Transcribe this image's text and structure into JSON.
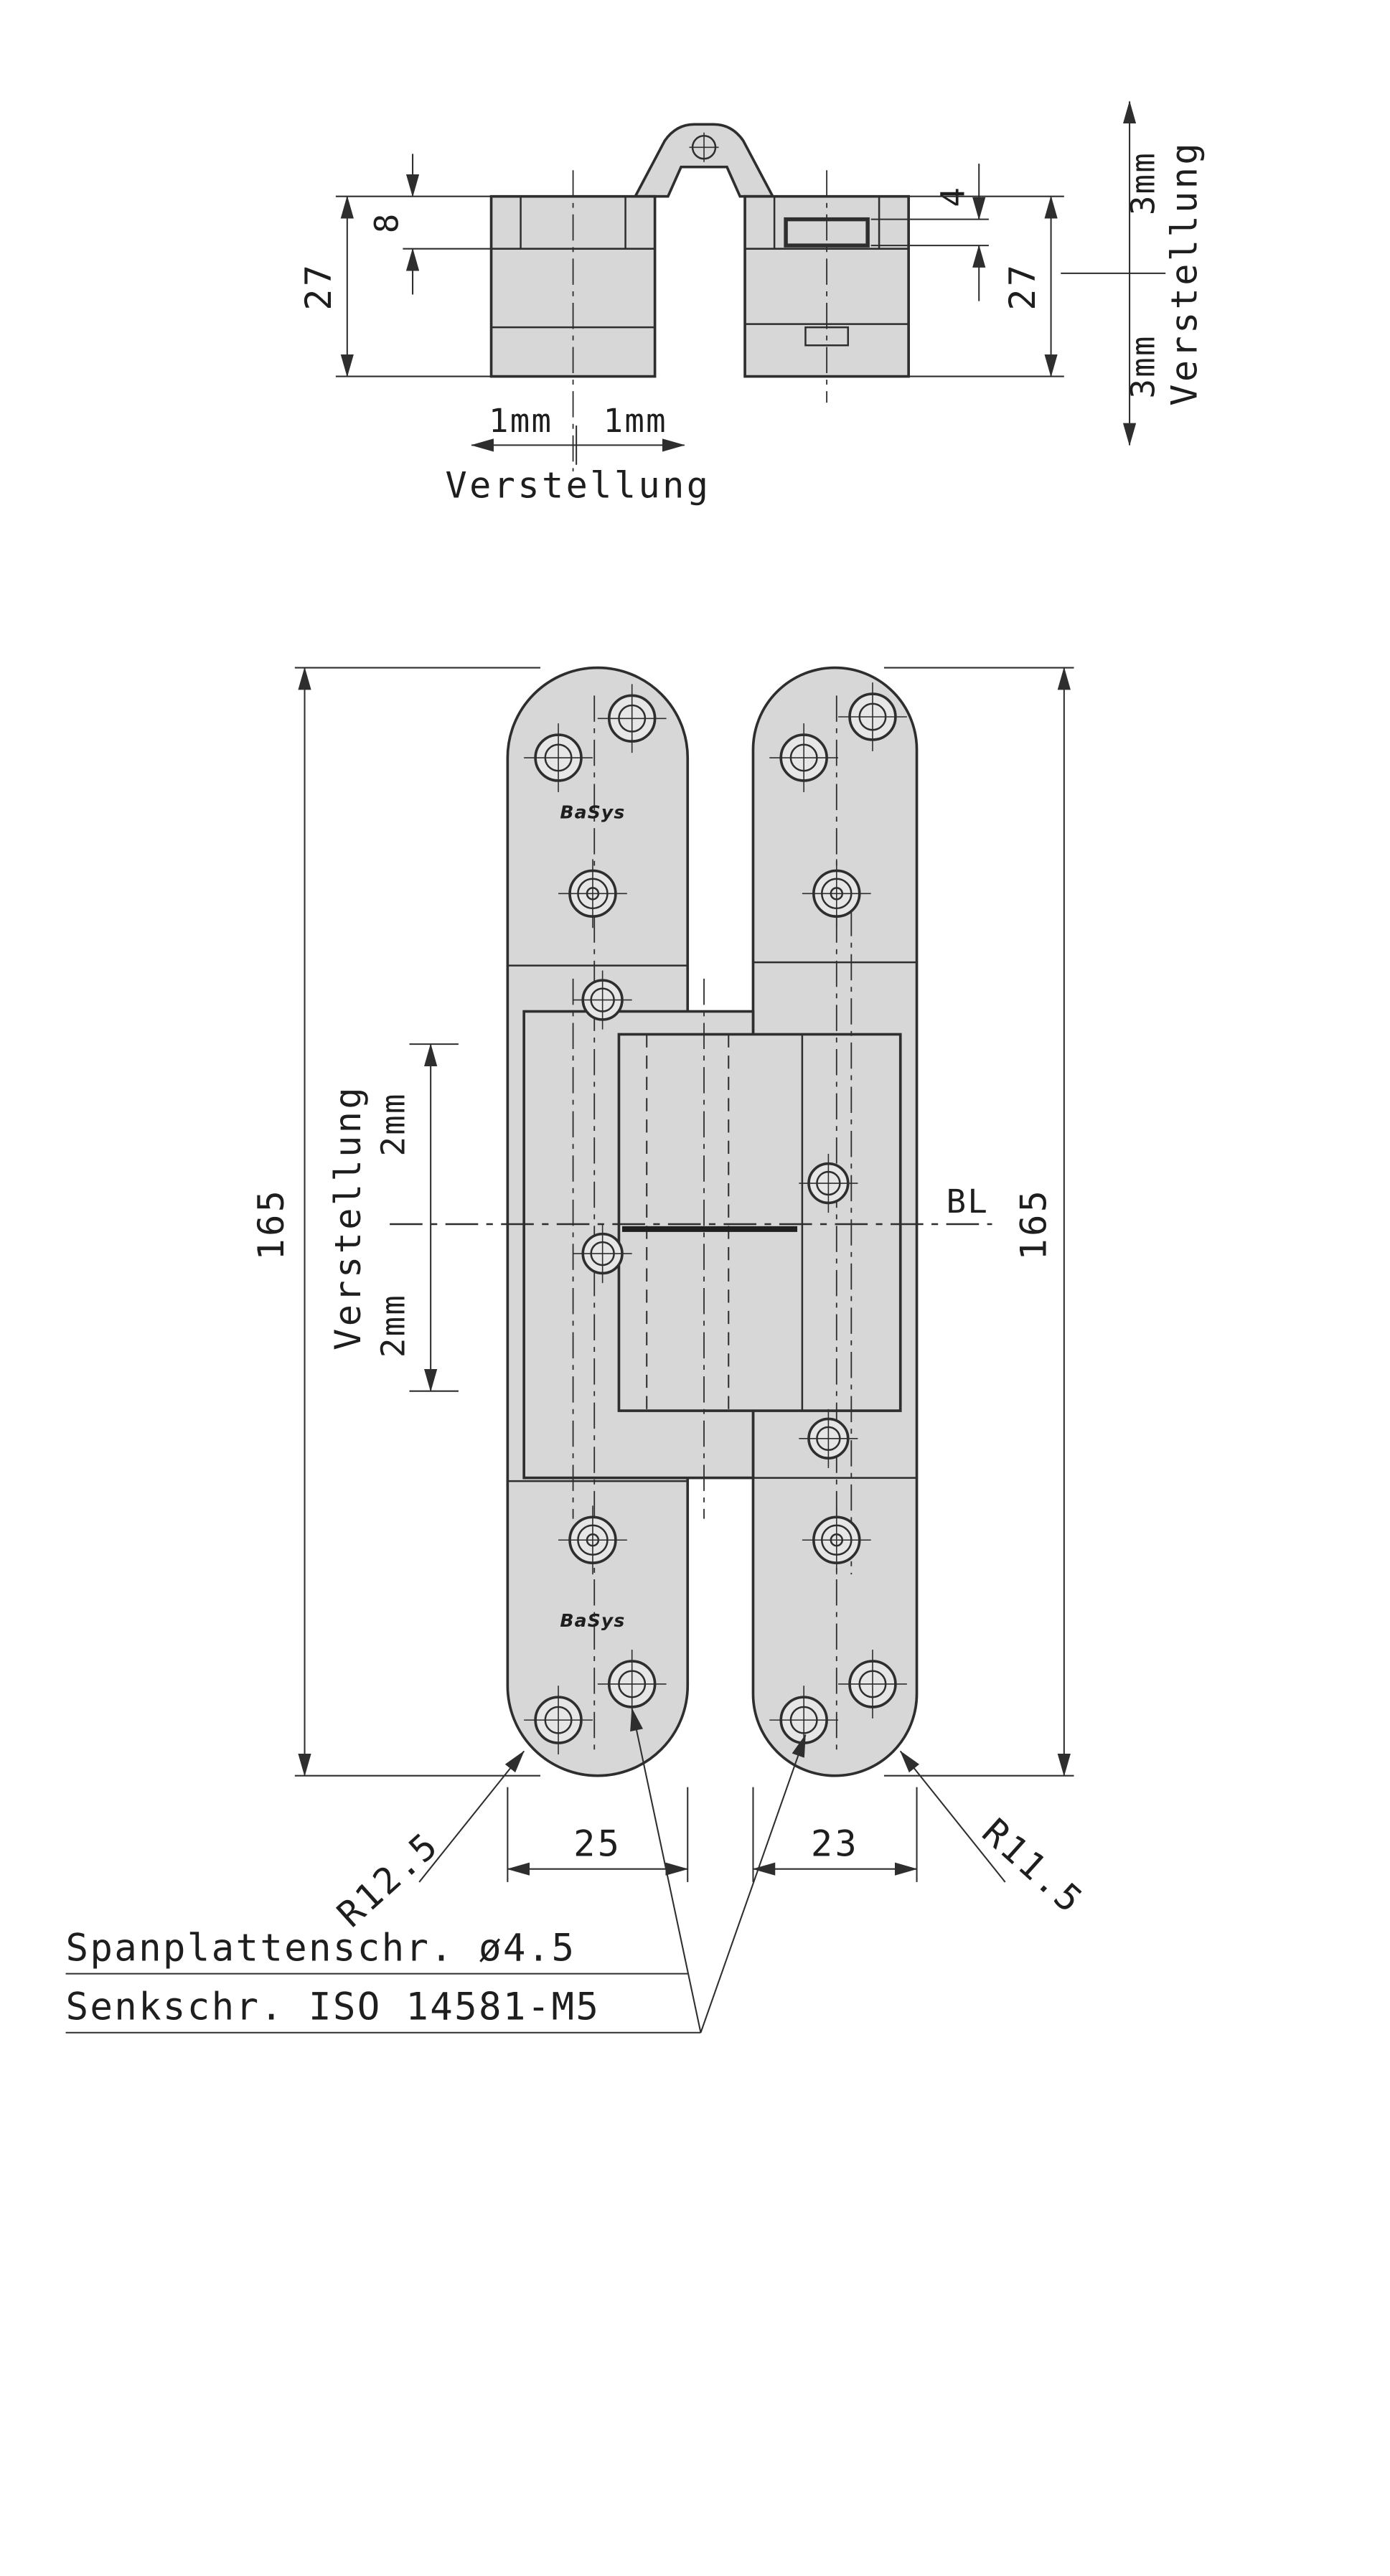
{
  "top_view": {
    "dims": {
      "height_left": "27",
      "top_plate": "8",
      "slot": "4",
      "height_right": "27",
      "adjust_left": "1mm",
      "adjust_right": "1mm",
      "adjust_label": "Verstellung",
      "vert_up": "3mm",
      "vert_down": "3mm",
      "vert_label": "Verstellung"
    }
  },
  "front_view": {
    "dims": {
      "length_left": "165",
      "length_right": "165",
      "adjust_label": "Verstellung",
      "adjust_up": "2mm",
      "adjust_down": "2mm",
      "datum": "BL",
      "radius_left": "R12.5",
      "width_left": "25",
      "width_right": "23",
      "radius_right": "R11.5"
    },
    "logo_top": "BaSys",
    "logo_bottom": "BaSys"
  },
  "notes": {
    "line1": "Spanplattenschr. ø4.5",
    "line2": "Senkschr. ISO 14581-M5"
  },
  "colors": {
    "line": "#2e2e2e",
    "fill": "#d7d7d7",
    "background": "#ffffff"
  }
}
